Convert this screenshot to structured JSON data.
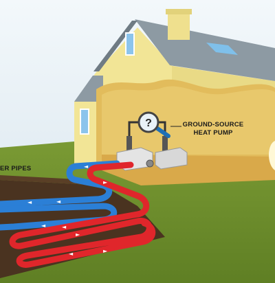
{
  "labels": {
    "pump_line1": "GROUND-SOURCE",
    "pump_line2": "HEAT PUMP",
    "pipes": "ER PIPES",
    "magnifier_symbol": "?"
  },
  "colors": {
    "sky": "#eaf2f6",
    "grass": "#6e8f2c",
    "house_wall": "#f2e596",
    "house_shadow": "#e6d57c",
    "roof": "#8d9aa3",
    "interior": "#e0b95a",
    "trench": "#4a3320",
    "pipe_cold": "#2b7fd6",
    "pipe_hot": "#e0262b",
    "window": "#8cc4ec"
  },
  "icons": {
    "magnifier": "magnifier-icon",
    "pump": "heat-pump-unit-icon"
  }
}
